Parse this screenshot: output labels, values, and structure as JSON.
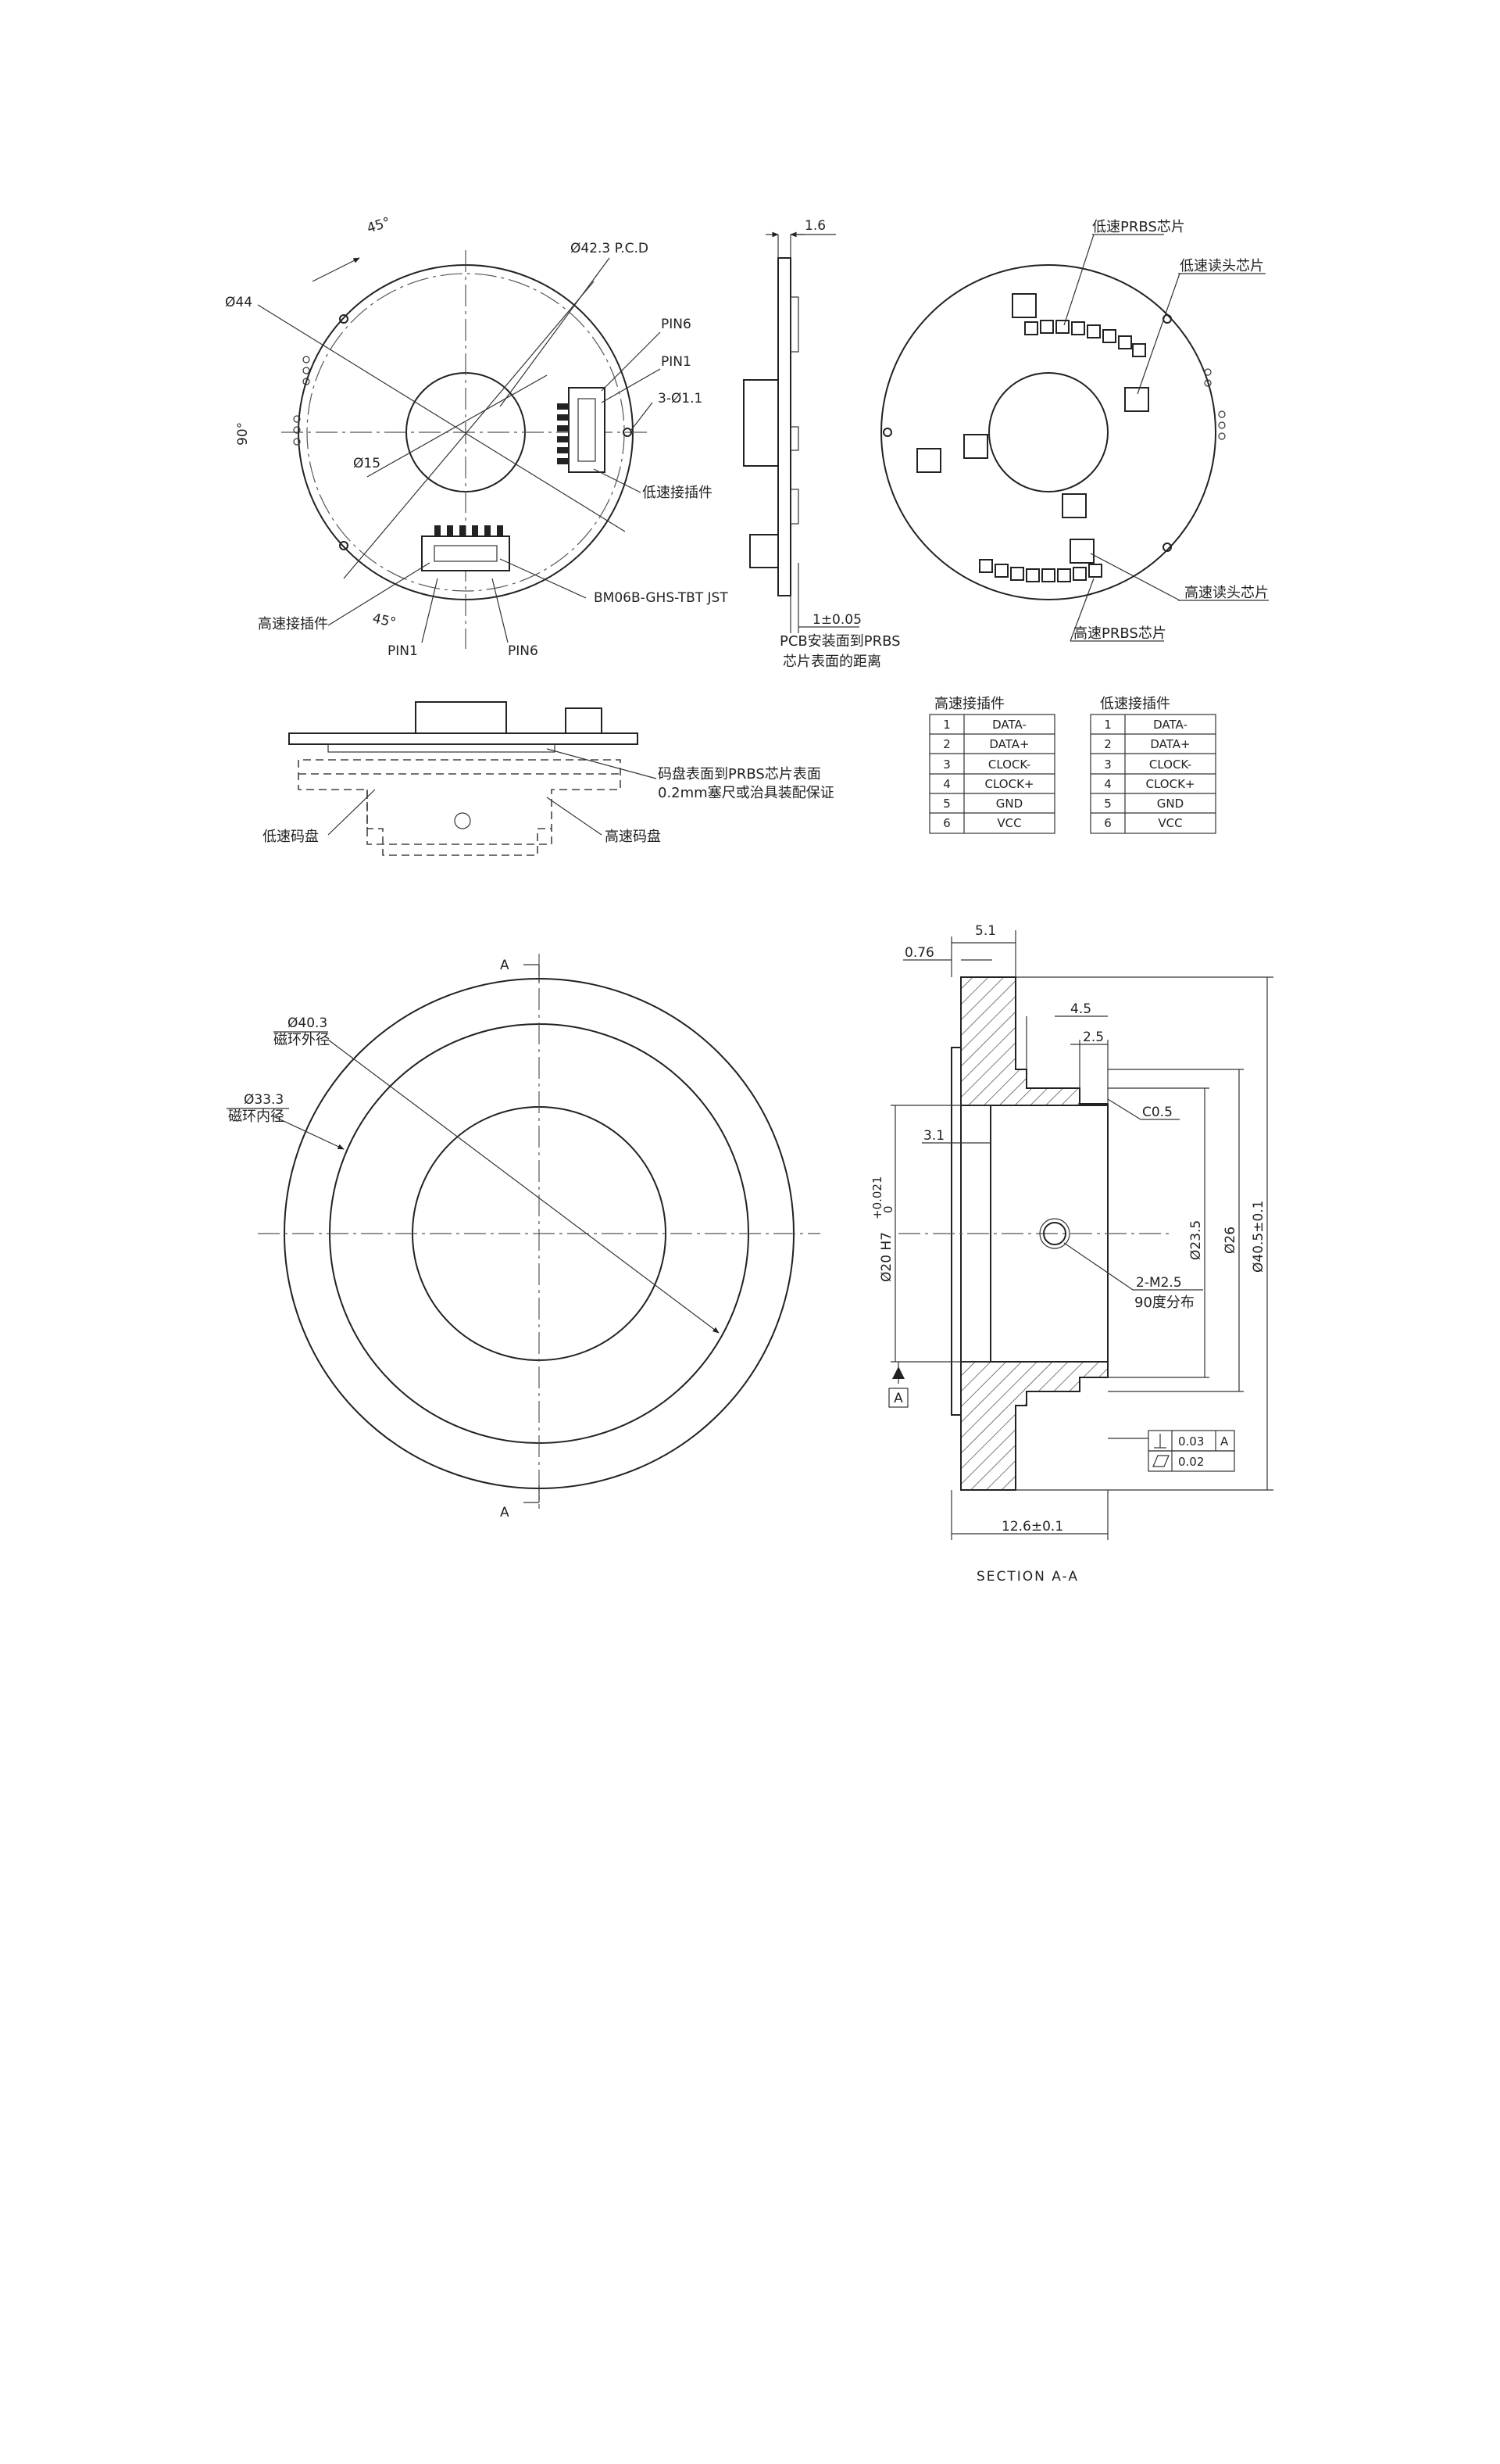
{
  "views": {
    "top_left": {
      "angle_top": "45°",
      "dia_outer": "Ø44",
      "pcd": "Ø42.3 P.C.D",
      "pin6_a": "PIN6",
      "pin1_a": "PIN1",
      "holes": "3-Ø1.1",
      "angle_left": "90°",
      "dia_inner": "Ø15",
      "low_connector": "低速接插件",
      "connector_model": "BM06B-GHS-TBT JST",
      "angle_bottom": "45°",
      "high_connector": "高速接插件",
      "pin1_b": "PIN1",
      "pin6_b": "PIN6"
    },
    "side_view": {
      "thickness": "1.6",
      "gap": "1±0.05",
      "note_line1": "PCB安装面到PRBS",
      "note_line2": "芯片表面的距离"
    },
    "top_right": {
      "low_prbs": "低速PRBS芯片",
      "low_head": "低速读头芯片",
      "high_head": "高速读头芯片",
      "high_prbs": "高速PRBS芯片"
    },
    "assembly": {
      "note_line1": "码盘表面到PRBS芯片表面",
      "note_line2": "0.2mm塞尺或治具装配保证",
      "low_disc": "低速码盘",
      "high_disc": "高速码盘"
    },
    "magnet_ring": {
      "section_top": "A",
      "section_bottom": "A",
      "outer_dia": "Ø40.3",
      "outer_label": "磁环外径",
      "inner_dia": "Ø33.3",
      "inner_label": "磁环内径"
    },
    "section": {
      "dim_5_1": "5.1",
      "dim_0_76": "0.76",
      "dim_4_5": "4.5",
      "dim_2_5": "2.5",
      "chamfer": "C0.5",
      "dim_3_1": "3.1",
      "bore": "Ø20 H7",
      "tol_up": "+0.021",
      "tol_low": "0",
      "dia_23_5": "Ø23.5",
      "dia_26": "Ø26",
      "dia_40_5": "Ø40.5±0.1",
      "threads": "2-M2.5",
      "threads_note": "90度分布",
      "datum": "A",
      "perp_val": "0.03",
      "perp_ref": "A",
      "flat_val": "0.02",
      "width": "12.6±0.1",
      "title": "SECTION A-A"
    }
  },
  "tables": {
    "high": {
      "title": "高速接插件",
      "rows": [
        [
          "1",
          "DATA-"
        ],
        [
          "2",
          "DATA+"
        ],
        [
          "3",
          "CLOCK-"
        ],
        [
          "4",
          "CLOCK+"
        ],
        [
          "5",
          "GND"
        ],
        [
          "6",
          "VCC"
        ]
      ]
    },
    "low": {
      "title": "低速接插件",
      "rows": [
        [
          "1",
          "DATA-"
        ],
        [
          "2",
          "DATA+"
        ],
        [
          "3",
          "CLOCK-"
        ],
        [
          "4",
          "CLOCK+"
        ],
        [
          "5",
          "GND"
        ],
        [
          "6",
          "VCC"
        ]
      ]
    }
  }
}
